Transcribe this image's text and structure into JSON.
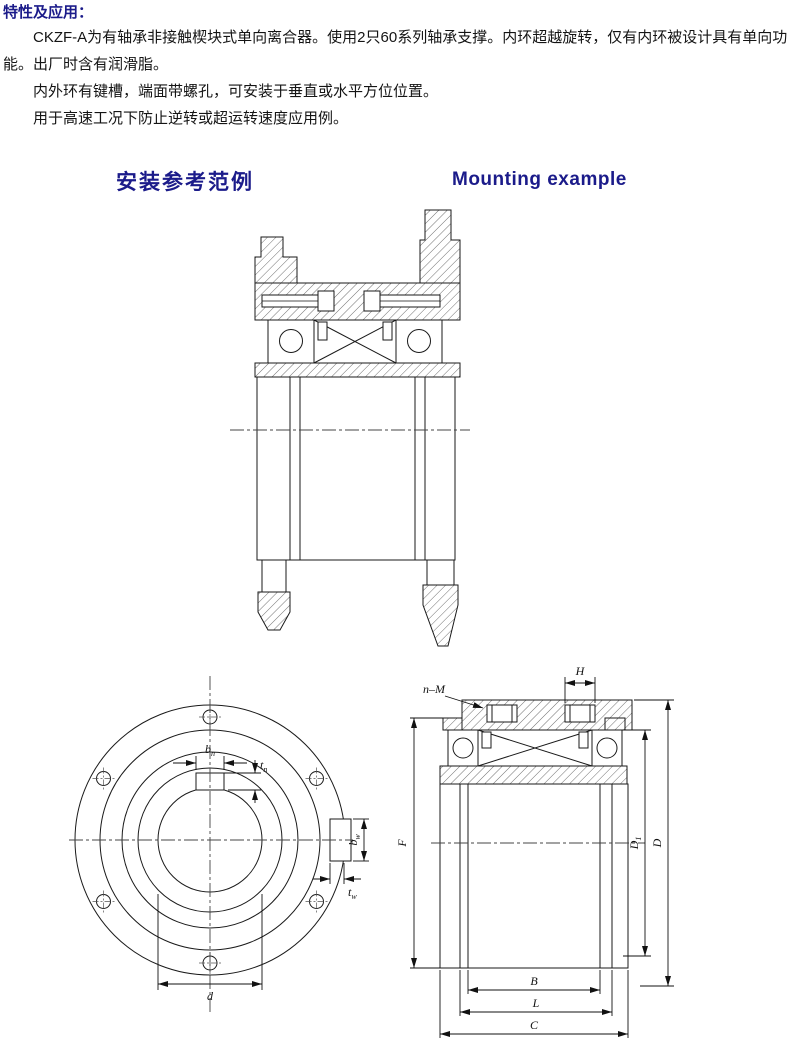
{
  "page": {
    "accent_color": "#1b1b8a",
    "background": "#ffffff"
  },
  "intro": {
    "heading": "特性及应用：",
    "para1": "CKZF-A为有轴承非接触楔块式单向离合器。使用2只60系列轴承支撑。内环超越旋转，仅有内环被设计具有单向功能。出厂时含有润滑脂。",
    "para2": "内外环有键槽，端面带螺孔，可安装于垂直或水平方位位置。",
    "para3": "用于高速工况下防止逆转或超运转速度应用例。"
  },
  "section": {
    "title_cn": "安装参考范例",
    "title_en": "Mounting example"
  },
  "front_view": {
    "bn_main": "b",
    "bn_sub": "n",
    "tn_main": "t",
    "tn_sub": "n",
    "bw_main": "b",
    "bw_sub": "w",
    "tw_main": "t",
    "tw_sub": "w",
    "d": "d"
  },
  "side_view": {
    "nm": "n–M",
    "H": "H",
    "F": "F",
    "D1_main": "D",
    "D1_sub": "1",
    "D": "D",
    "B": "B",
    "L": "L",
    "C": "C"
  }
}
